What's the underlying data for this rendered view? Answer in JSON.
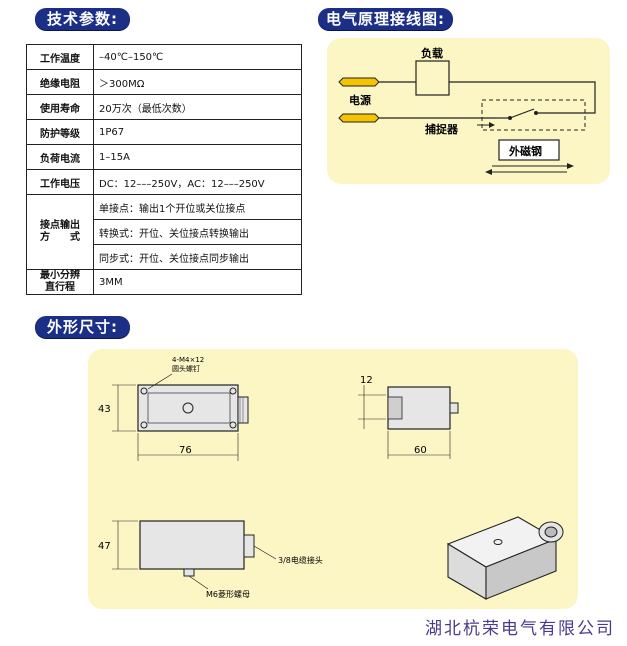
{
  "sections": {
    "specs_title": "技术参数:",
    "wiring_title": "电气原理接线图:",
    "dims_title": "外形尺寸:"
  },
  "specs": {
    "work_temp": {
      "label": "工作温度",
      "value": "–40℃–150℃"
    },
    "insulation": {
      "label": "绝缘电阻",
      "value": "＞300MΩ"
    },
    "lifetime": {
      "label": "使用寿命",
      "value": "20万次（最低次数）"
    },
    "protection": {
      "label": "防护等级",
      "value": "1P67"
    },
    "load_current": {
      "label": "负荷电流",
      "value": "1–15A"
    },
    "voltage": {
      "label": "工作电压",
      "value": "DC：12–––250V，AC：12–––250V"
    },
    "contact": {
      "label_line1": "接点输出",
      "label_line2": "方　　式",
      "single": "单接点：输出1个开位或关位接点",
      "switch": "转换式：开位、关位接点转换输出",
      "sync": "同步式：开位、关位接点同步输出"
    },
    "min_travel": {
      "label_line1": "最小分辨",
      "label_line2": "直行程",
      "value": "3MM"
    }
  },
  "wiring": {
    "load": "负载",
    "power": "电源",
    "catcher": "捕捉器",
    "magnet": "外磁钢"
  },
  "dims": {
    "screw_l1": "4-M4×12",
    "screw_l2": "圆头螺钉",
    "h43": "43",
    "w76": "76",
    "t12": "12",
    "w60": "60",
    "h47": "47",
    "connector": "3/8电缆接头",
    "nut": "M6菱形螺母"
  },
  "footer": "湖北杭荣电气有限公司"
}
